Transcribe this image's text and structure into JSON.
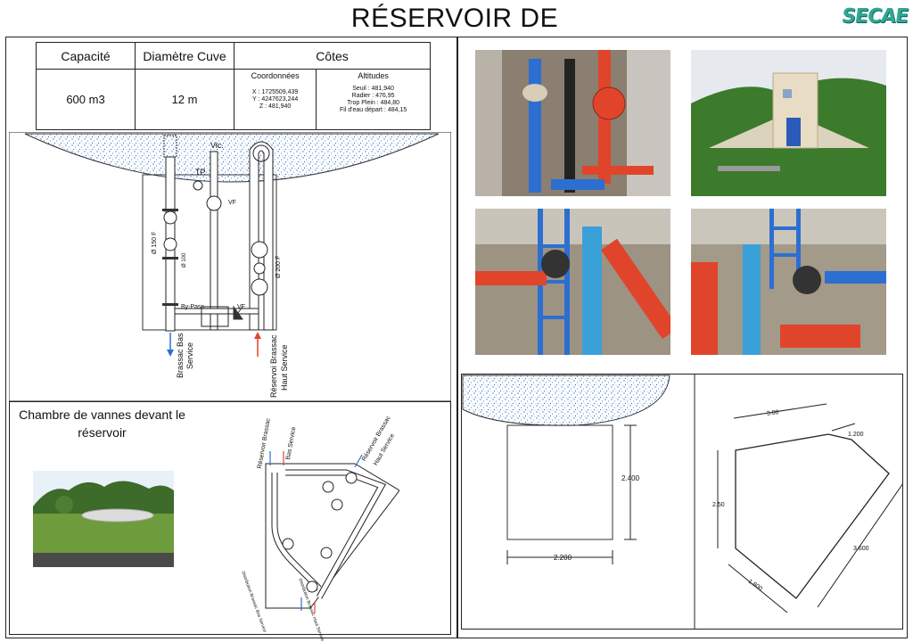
{
  "header": {
    "title": "RÉSERVOIR DE",
    "logo": "SECAE"
  },
  "spec_table": {
    "capacity_label": "Capacité",
    "diameter_label": "Diamètre Cuve",
    "cotes_label": "Côtes",
    "capacity_value": "600 m3",
    "diameter_value": "12 m",
    "coords_title": "Coordonnées",
    "coords": [
      "X : 1725509,439",
      "Y : 4247623,244",
      "Z : 481,940"
    ],
    "alt_title": "Altitudes",
    "altitudes": [
      "Seuil : 481,940",
      "Radier : 476,95",
      "Trop Plein : 484,80",
      "Fil d'eau départ : 484,15"
    ]
  },
  "schema": {
    "vic": "Vic.",
    "tp": "TP",
    "vf_top": "VF",
    "bypass": "By-Pass",
    "vf_bottom": "VF",
    "d150": "Ø 150 F",
    "d100": "Ø 100",
    "d200": "Ø 200 F",
    "out_label_1": "Brassac Bas",
    "out_label_2": "Service",
    "in_label_1": "Réservoi Brassac",
    "in_label_2": "Haut Service"
  },
  "chamber": {
    "title": "Chambre de vannes devant le réservoir",
    "labels": [
      "Réservoir Brassac",
      "Bas Service",
      "Réservoir Brassac",
      "Haut Service",
      "Distribution Brassac Bas Service",
      "Distribution Brassac Haut Service"
    ]
  },
  "dims": {
    "height": "2.400",
    "width": "2.200",
    "top": "3.00",
    "top_right": "1.200",
    "left": "2.50",
    "right": "3.600",
    "bottom": "1.800"
  },
  "colors": {
    "water_blue": "#2c6fd1",
    "pipe_red": "#e0452b",
    "logo": "#2fa88e"
  }
}
